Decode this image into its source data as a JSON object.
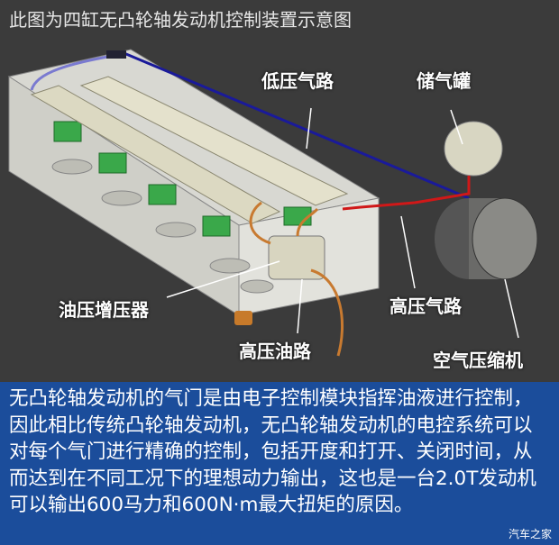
{
  "title": "此图为四缸无凸轮轴发动机控制装置示意图",
  "labels": {
    "low_pressure_air": "低压气路",
    "air_tank": "储气罐",
    "oil_booster": "油压增压器",
    "high_pressure_air": "高压气路",
    "high_pressure_oil": "高压油路",
    "air_compressor": "空气压缩机"
  },
  "description": "无凸轮轴发动机的气门是由电子控制模块指挥油液进行控制，因此相比传统凸轮轴发动机，无凸轮轴发动机的电控系统可以对每个气门进行精确的控制，包括开度和打开、关闭时间，从而达到在不同工况下的理想动力输出，这也是一台2.0T发动机可以输出600马力和600N·m最大扭矩的原因。",
  "watermark": "汽车之家",
  "colors": {
    "background": "#3b3b3b",
    "panel": "#1b4d9b",
    "low_pressure_line": "#1a1a9a",
    "high_pressure_line": "#d01818",
    "oil_line": "#c87a30"
  }
}
